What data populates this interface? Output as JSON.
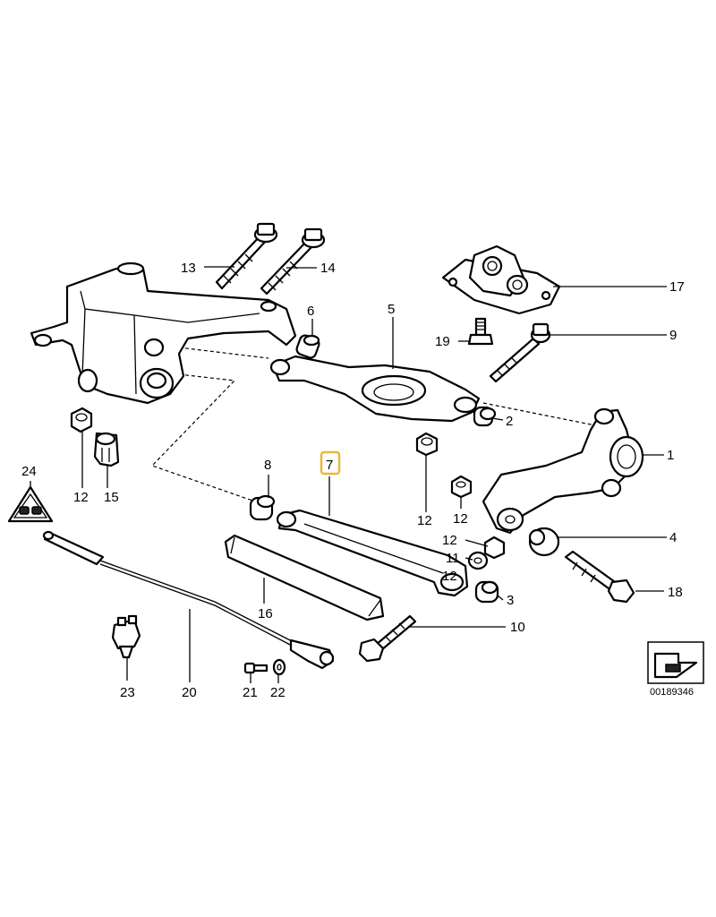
{
  "labels": {
    "l1": "1",
    "l2": "2",
    "l3": "3",
    "l4": "4",
    "l5": "5",
    "l6": "6",
    "l7": "7",
    "l8": "8",
    "l9": "9",
    "l10": "10",
    "l11": "11",
    "l12a": "12",
    "l12b": "12",
    "l12c": "12",
    "l12d": "12",
    "l12e": "12",
    "l13": "13",
    "l14": "14",
    "l15": "15",
    "l16": "16",
    "l17": "17",
    "l18": "18",
    "l19": "19",
    "l20": "20",
    "l21": "21",
    "l22": "22",
    "l23": "23",
    "l24": "24"
  },
  "diagram_code": "00189346",
  "highlight_color": "#e8b83a"
}
